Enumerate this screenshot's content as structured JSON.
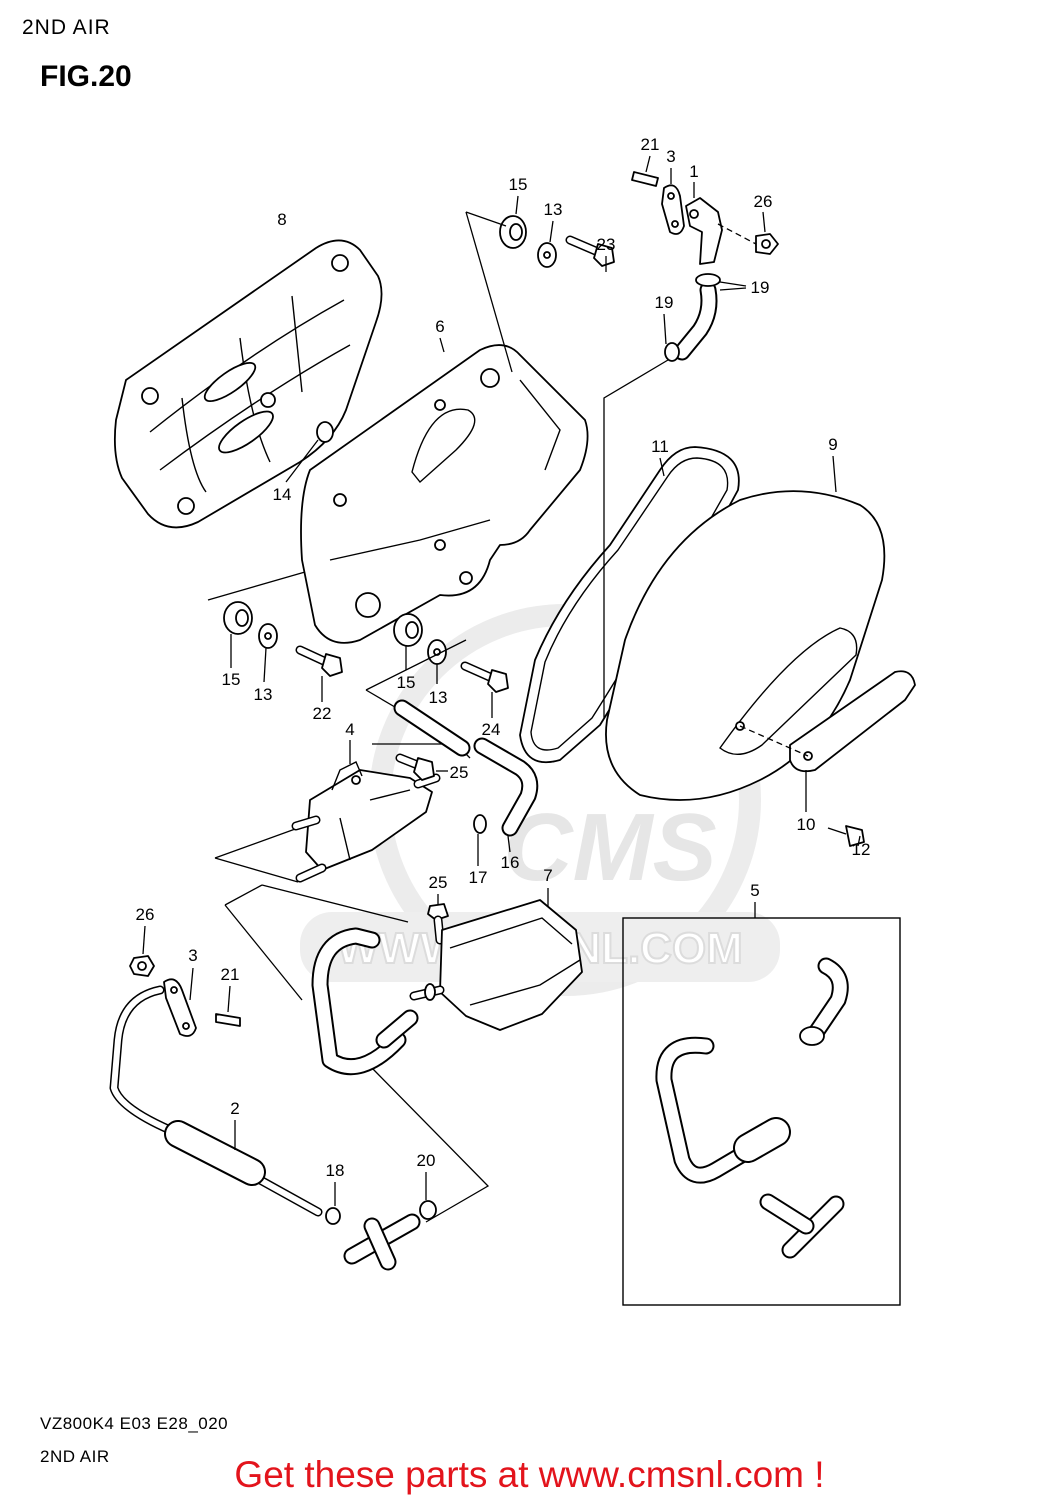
{
  "header": {
    "title": "2ND AIR",
    "figure": "FIG.20"
  },
  "callouts": [
    "21",
    "3",
    "1",
    "26",
    "15",
    "13",
    "23",
    "19",
    "19",
    "8",
    "6",
    "11",
    "9",
    "14",
    "15",
    "13",
    "15",
    "13",
    "22",
    "24",
    "4",
    "25",
    "17",
    "16",
    "10",
    "12",
    "7",
    "25",
    "5",
    "26",
    "3",
    "21",
    "2",
    "18",
    "20"
  ],
  "watermark": {
    "logo": "CMS",
    "url": "WWW.CMSNL.COM"
  },
  "footer": {
    "code": "VZ800K4 E03 E28_020",
    "title": "2ND AIR",
    "promo": "Get these parts at www.cmsnl.com !"
  },
  "colors": {
    "promo": "#e3141c",
    "line": "#000000",
    "watermark": "#e6e6e6",
    "background": "#ffffff"
  }
}
